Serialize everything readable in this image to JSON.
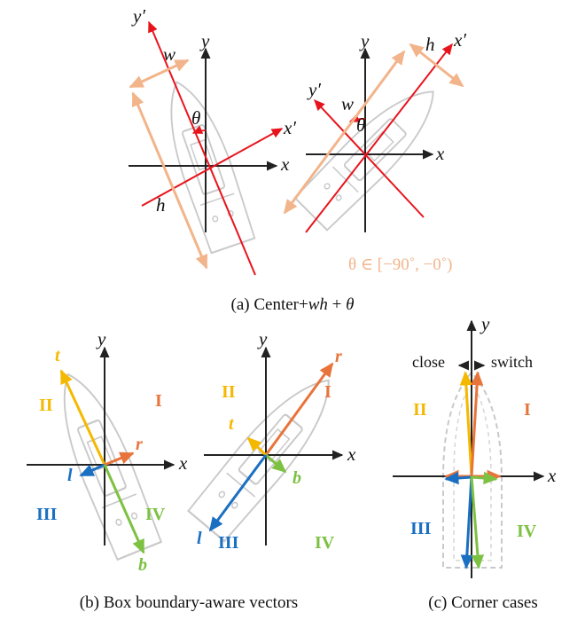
{
  "colors": {
    "red": "#e8141c",
    "peach": "#f2b48a",
    "orange": "#e8743b",
    "yellow": "#f5b800",
    "blue": "#1b6fc2",
    "green": "#7dc142",
    "black": "#222222",
    "ship": "#c9c9c9"
  },
  "panel_a": {
    "caption_prefix": "(a) Center+",
    "caption_wh": "wh",
    "caption_plus": " + ",
    "caption_theta": "θ",
    "range_label": "θ ∈ [−90˚, −0˚)",
    "left": {
      "x": "x",
      "y": "y",
      "x_prime": "x′",
      "y_prime": "y′",
      "w": "w",
      "h": "h",
      "theta": "θ"
    },
    "right": {
      "x": "x",
      "y": "y",
      "x_prime": "x′",
      "y_prime": "y′",
      "w": "w",
      "h": "h",
      "theta": "θ"
    }
  },
  "panel_b": {
    "caption": "(b) Box boundary-aware vectors",
    "left": {
      "x": "x",
      "y": "y",
      "t": "t",
      "r": "r",
      "l": "l",
      "b": "b",
      "q1": "I",
      "q2": "II",
      "q3": "III",
      "q4": "IV"
    },
    "right": {
      "x": "x",
      "y": "y",
      "t": "t",
      "r": "r",
      "l": "l",
      "b": "b",
      "q1": "I",
      "q2": "II",
      "q3": "III",
      "q4": "IV"
    }
  },
  "panel_c": {
    "caption": "(c) Corner cases",
    "x": "x",
    "y": "y",
    "close": "close",
    "switch": "switch",
    "q1": "I",
    "q2": "II",
    "q3": "III",
    "q4": "IV"
  }
}
